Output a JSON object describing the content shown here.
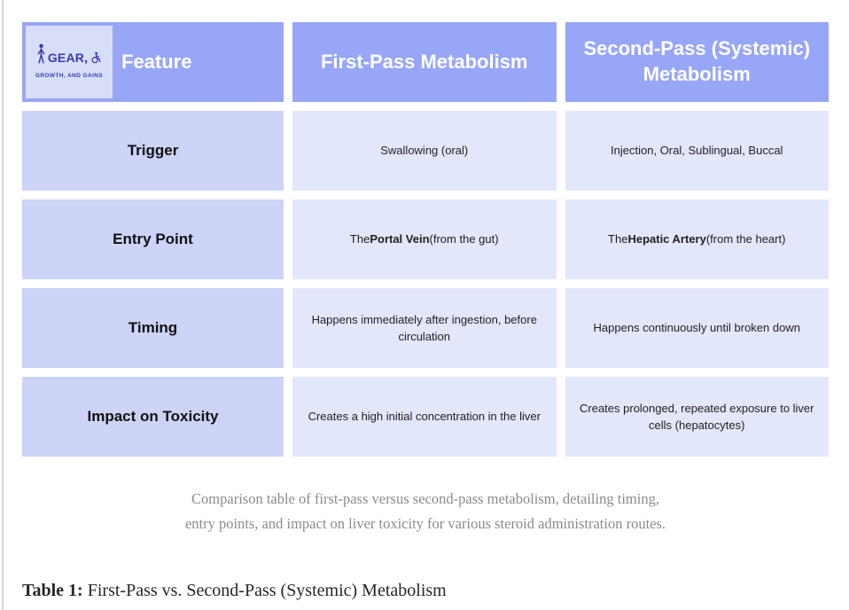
{
  "logo": {
    "name": "GEAR,",
    "tagline": "GROWTH, AND GAINS"
  },
  "table": {
    "headers": [
      "Feature",
      "First-Pass Metabolism",
      "Second-Pass (Systemic) Metabolism"
    ],
    "rows": [
      {
        "feature": "Trigger",
        "values": [
          "Swallowing (oral)",
          "Injection, Oral, Sublingual, Buccal"
        ]
      },
      {
        "feature": "Entry Point",
        "values": [
          "The **Portal Vein** (from the gut)",
          "The **Hepatic Artery** (from the heart)"
        ]
      },
      {
        "feature": "Timing",
        "values": [
          "Happens immediately after ingestion, before circulation",
          "Happens continuously until broken down"
        ]
      },
      {
        "feature": "Impact on Toxicity",
        "values": [
          "Creates a high initial concentration in the liver",
          "Creates prolonged, repeated exposure to liver cells (hepatocytes)"
        ]
      }
    ]
  },
  "caption": {
    "line1": "Comparison table of first-pass versus second-pass metabolism, detailing timing,",
    "line2": "entry points, and impact on liver toxicity for various steroid administration routes."
  },
  "footer": {
    "label": "Table 1:",
    "title": " First-Pass vs. Second-Pass (Systemic) Metabolism"
  },
  "colors": {
    "header_bg": "#97a6f7",
    "feature_cell_bg": "#ccd4f8",
    "value_cell_bg": "#e2e7fc",
    "logo_box_bg": "#d9def8",
    "logo_accent": "#3a3ab5",
    "caption_text": "#8b8b8b"
  },
  "chart_data": {
    "type": "table",
    "title": "Table 1: First-Pass vs. Second-Pass (Systemic) Metabolism",
    "columns": [
      "Feature",
      "First-Pass Metabolism",
      "Second-Pass (Systemic) Metabolism"
    ],
    "rows": [
      [
        "Trigger",
        "Swallowing (oral)",
        "Injection, Oral, Sublingual, Buccal"
      ],
      [
        "Entry Point",
        "The Portal Vein (from the gut)",
        "The Hepatic Artery (from the heart)"
      ],
      [
        "Timing",
        "Happens immediately after ingestion, before circulation",
        "Happens continuously until broken down"
      ],
      [
        "Impact on Toxicity",
        "Creates a high initial concentration in the liver",
        "Creates prolonged, repeated exposure to liver cells (hepatocytes)"
      ]
    ],
    "caption": "Comparison table of first-pass versus second-pass metabolism, detailing timing, entry points, and impact on liver toxicity for various steroid administration routes."
  }
}
